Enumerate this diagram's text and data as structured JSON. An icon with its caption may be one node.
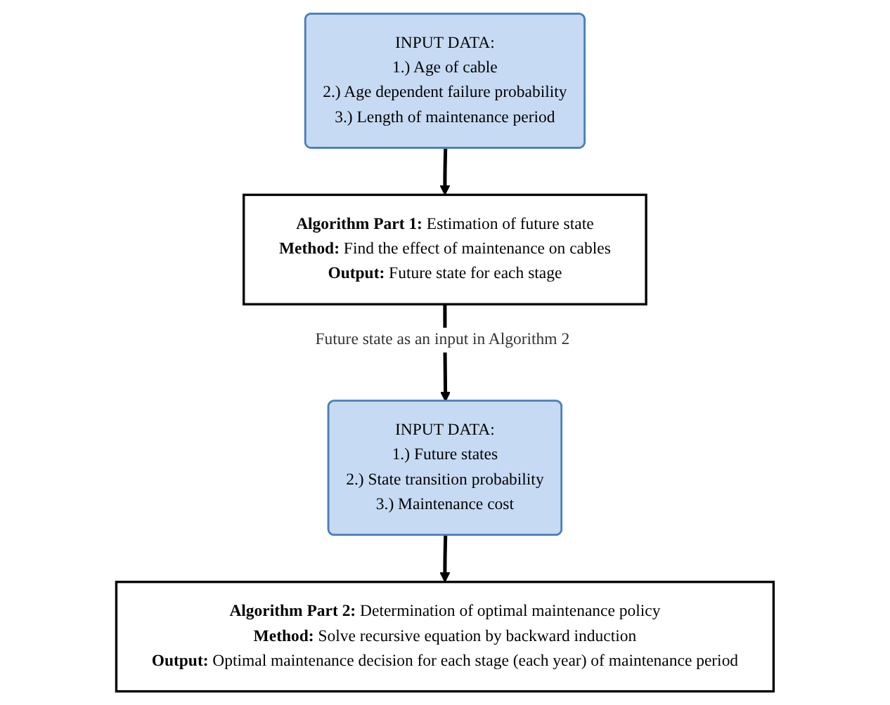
{
  "diagram": {
    "nodes": [
      {
        "text": [
          "INPUT DATA:",
          "1.) Age of cable",
          "2.) Age dependent failure probability",
          "3.) Length of maintenance period"
        ]
      },
      {
        "text": [
          "**Algorithm Part 1:** Estimation of future state",
          "**Method:** Find the effect of maintenance on cables",
          "**Output:** Future state for each stage"
        ]
      },
      {
        "text": [
          "INPUT DATA:",
          "1.) Future states",
          "2.) State transition probability",
          "3.) Maintenance cost"
        ]
      },
      {
        "text": [
          "**Algorithm Part 2:** Determination of optimal maintenance policy",
          "**Method:** Solve recursive equation by backward induction",
          "**Output:** Optimal maintenance decision for each stage (each year) of maintenance period"
        ]
      }
    ],
    "edges": [
      {
        "from": 0,
        "to": 1,
        "arrow": "to"
      },
      {
        "from": 1,
        "to": 2,
        "arrow": "to",
        "label": "Future state as an input in Algorithm 2"
      },
      {
        "from": 2,
        "to": 3,
        "arrow": "to"
      }
    ]
  }
}
